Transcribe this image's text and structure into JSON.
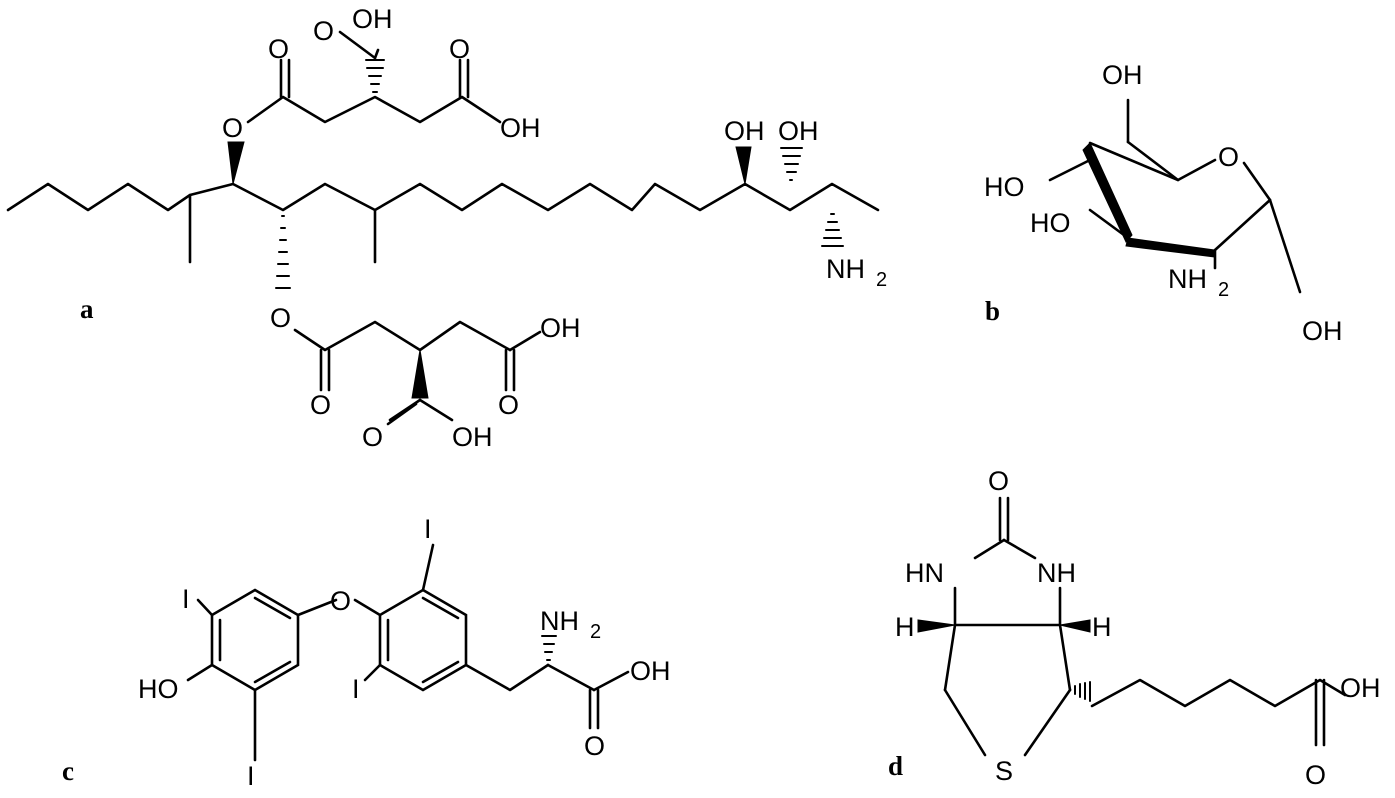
{
  "panels": {
    "a": {
      "label": "a",
      "atoms": {
        "oh_top": "OH",
        "o_top_left": "O",
        "o_top_right": "O",
        "oh_upper_right": "OH",
        "o_ester_top": "O",
        "oh_c14": "OH",
        "oh_c15": "OH",
        "nh2": "NH",
        "nh2_sub": "2",
        "o_ester_bottom": "O",
        "oh_bottom_right": "OH",
        "o_bottom_left": "O",
        "o_bottom_mid": "O",
        "o_bottom_right": "O",
        "oh_bottom": "OH"
      }
    },
    "b": {
      "label": "b",
      "atoms": {
        "oh_top": "OH",
        "o_ring": "O",
        "ho_left1": "HO",
        "ho_left2": "HO",
        "nh2": "NH",
        "nh2_sub": "2",
        "oh_bottom": "OH"
      }
    },
    "c": {
      "label": "c",
      "atoms": {
        "i_top_right": "I",
        "i_top_left": "I",
        "o_bridge": "O",
        "nh2": "NH",
        "nh2_sub": "2",
        "ho": "HO",
        "i_bottom_right": "I",
        "oh": "OH",
        "i_bottom_left": "I",
        "o_carbonyl": "O"
      }
    },
    "d": {
      "label": "d",
      "atoms": {
        "o_top": "O",
        "hn": "HN",
        "nh": "NH",
        "h_left": "H",
        "h_right": "H",
        "s": "S",
        "oh": "OH",
        "o_bottom": "O"
      }
    }
  }
}
